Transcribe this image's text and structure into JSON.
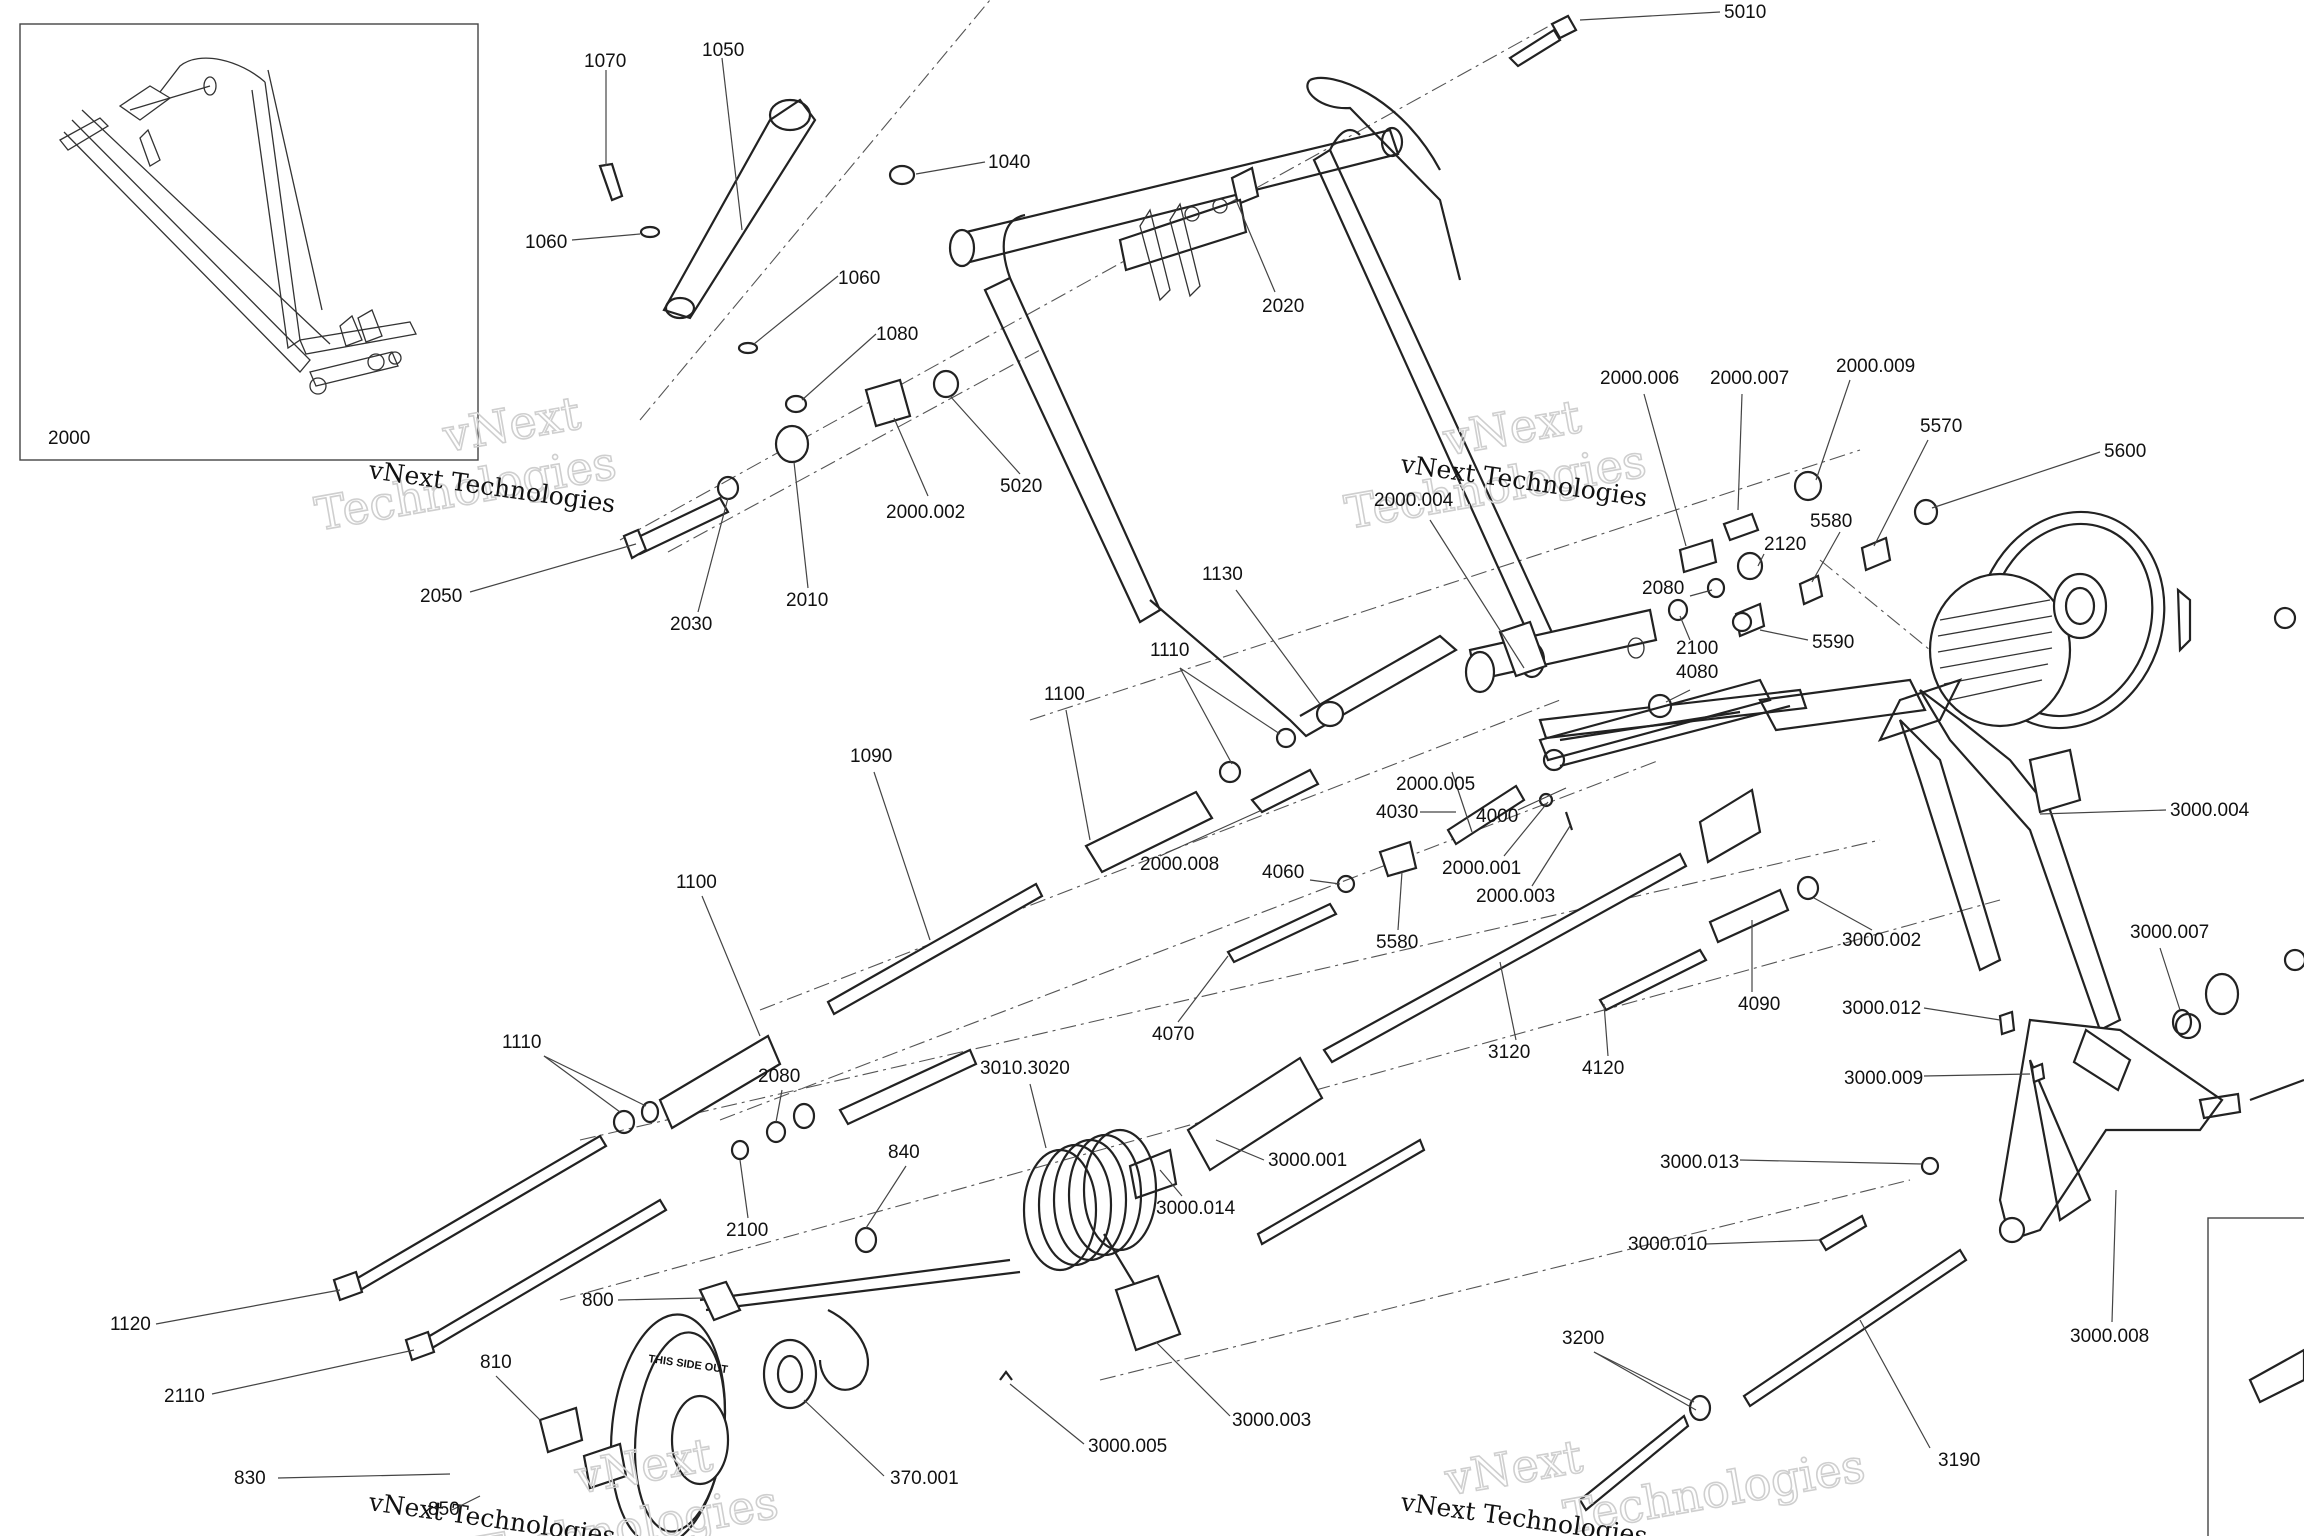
{
  "inset": {
    "label": "2000"
  },
  "watermark": {
    "text1": "vNext Technologies",
    "text2": "vNext",
    "text3": "Technologies"
  },
  "disc_text": "THIS SIDE OUT",
  "callouts": [
    {
      "id": "5010",
      "text": "5010"
    },
    {
      "id": "1070",
      "text": "1070"
    },
    {
      "id": "1050",
      "text": "1050"
    },
    {
      "id": "1040",
      "text": "1040"
    },
    {
      "id": "1060a",
      "text": "1060"
    },
    {
      "id": "1060b",
      "text": "1060"
    },
    {
      "id": "1080",
      "text": "1080"
    },
    {
      "id": "2020",
      "text": "2020"
    },
    {
      "id": "2000.002",
      "text": "2000.002"
    },
    {
      "id": "5020",
      "text": "5020"
    },
    {
      "id": "2010",
      "text": "2010"
    },
    {
      "id": "2030",
      "text": "2030"
    },
    {
      "id": "2050",
      "text": "2050"
    },
    {
      "id": "2000.006",
      "text": "2000.006"
    },
    {
      "id": "2000.007",
      "text": "2000.007"
    },
    {
      "id": "2000.009",
      "text": "2000.009"
    },
    {
      "id": "5570",
      "text": "5570"
    },
    {
      "id": "5600",
      "text": "5600"
    },
    {
      "id": "2000.004",
      "text": "2000.004"
    },
    {
      "id": "5580a",
      "text": "5580"
    },
    {
      "id": "2120",
      "text": "2120"
    },
    {
      "id": "2080a",
      "text": "2080"
    },
    {
      "id": "2100a",
      "text": "2100"
    },
    {
      "id": "5590",
      "text": "5590"
    },
    {
      "id": "4080",
      "text": "4080"
    },
    {
      "id": "1130",
      "text": "1130"
    },
    {
      "id": "1110a",
      "text": "1110"
    },
    {
      "id": "1100a",
      "text": "1100"
    },
    {
      "id": "1090",
      "text": "1090"
    },
    {
      "id": "2000.005",
      "text": "2000.005"
    },
    {
      "id": "4030",
      "text": "4030"
    },
    {
      "id": "4000",
      "text": "4000"
    },
    {
      "id": "2000.008",
      "text": "2000.008"
    },
    {
      "id": "2000.001",
      "text": "2000.001"
    },
    {
      "id": "2000.003",
      "text": "2000.003"
    },
    {
      "id": "4060",
      "text": "4060"
    },
    {
      "id": "5580b",
      "text": "5580"
    },
    {
      "id": "3000.004",
      "text": "3000.004"
    },
    {
      "id": "3000.002",
      "text": "3000.002"
    },
    {
      "id": "3000.007",
      "text": "3000.007"
    },
    {
      "id": "1100b",
      "text": "1100"
    },
    {
      "id": "4070",
      "text": "4070"
    },
    {
      "id": "3120",
      "text": "3120"
    },
    {
      "id": "4090",
      "text": "4090"
    },
    {
      "id": "3000.012",
      "text": "3000.012"
    },
    {
      "id": "4120",
      "text": "4120"
    },
    {
      "id": "3000.009",
      "text": "3000.009"
    },
    {
      "id": "1110b",
      "text": "1110"
    },
    {
      "id": "2080b",
      "text": "2080"
    },
    {
      "id": "3010.3020",
      "text": "3010.3020"
    },
    {
      "id": "3000.001",
      "text": "3000.001"
    },
    {
      "id": "3000.013",
      "text": "3000.013"
    },
    {
      "id": "840",
      "text": "840"
    },
    {
      "id": "2100b",
      "text": "2100"
    },
    {
      "id": "3000.014",
      "text": "3000.014"
    },
    {
      "id": "3000.010",
      "text": "3000.010"
    },
    {
      "id": "1120",
      "text": "1120"
    },
    {
      "id": "800",
      "text": "800"
    },
    {
      "id": "3000.008",
      "text": "3000.008"
    },
    {
      "id": "3200",
      "text": "3200"
    },
    {
      "id": "2110",
      "text": "2110"
    },
    {
      "id": "810",
      "text": "810"
    },
    {
      "id": "3190",
      "text": "3190"
    },
    {
      "id": "3000.003",
      "text": "3000.003"
    },
    {
      "id": "830",
      "text": "830"
    },
    {
      "id": "370.001",
      "text": "370.001"
    },
    {
      "id": "3000.005",
      "text": "3000.005"
    },
    {
      "id": "850",
      "text": "850"
    }
  ]
}
